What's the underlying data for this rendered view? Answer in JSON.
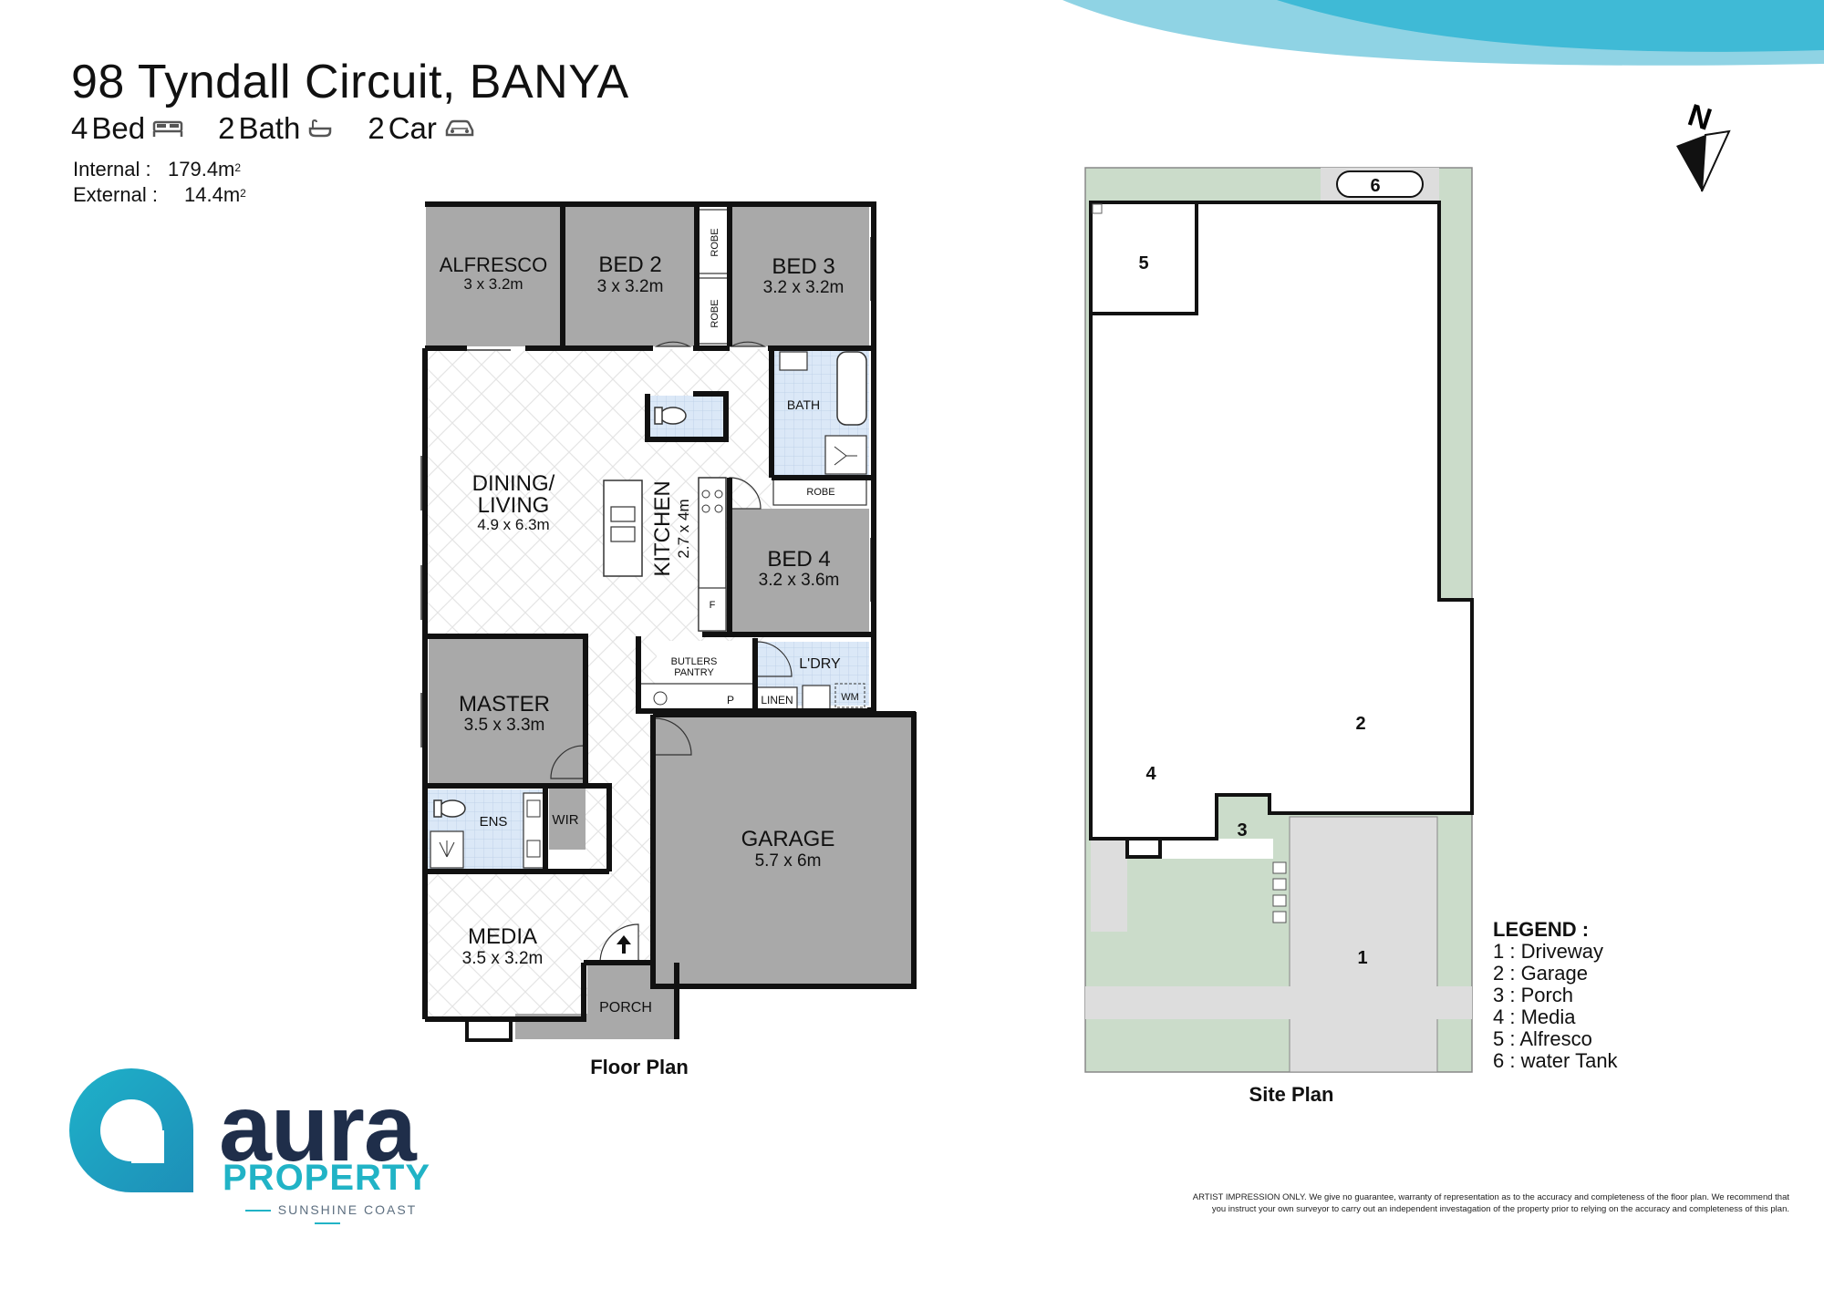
{
  "header": {
    "address": "98 Tyndall Circuit, BANYA",
    "beds_count": "4",
    "beds_label": "Bed",
    "baths_count": "2",
    "baths_label": "Bath",
    "cars_count": "2",
    "cars_label": "Car",
    "internal_label": "Internal  :",
    "internal_value": "179.4m",
    "external_label": "External :",
    "external_value": "14.4m",
    "area_unit_sup": "2"
  },
  "floor_plan": {
    "caption": "Floor Plan",
    "rooms": {
      "alfresco": {
        "name": "ALFRESCO",
        "size": "3 x 3.2m"
      },
      "bed2": {
        "name": "BED 2",
        "size": "3 x 3.2m"
      },
      "bed3": {
        "name": "BED 3",
        "size": "3.2 x 3.2m"
      },
      "dining": {
        "name_line1": "DINING/",
        "name_line2": "LIVING",
        "size": "4.9 x 6.3m"
      },
      "kitchen": {
        "name": "KITCHEN",
        "size": "2.7 x 4m"
      },
      "bed4": {
        "name": "BED 4",
        "size": "3.2 x 3.6m"
      },
      "master": {
        "name": "MASTER",
        "size": "3.5 x 3.3m"
      },
      "garage": {
        "name": "GARAGE",
        "size": "5.7 x 6m"
      },
      "media": {
        "name": "MEDIA",
        "size": "3.5 x 3.2m"
      }
    },
    "small_labels": {
      "robe": "ROBE",
      "bath": "BATH",
      "butlers": "BUTLERS",
      "pantry": "PANTRY",
      "p": "P",
      "linen": "LINEN",
      "ldry": "L'DRY",
      "wm": "WM",
      "f": "F",
      "ens": "ENS",
      "wir": "WIR",
      "porch": "PORCH"
    }
  },
  "site_plan": {
    "caption": "Site Plan",
    "markers": [
      "1",
      "2",
      "3",
      "4",
      "5",
      "6"
    ]
  },
  "compass": {
    "label": "N"
  },
  "legend": {
    "heading": "LEGEND :",
    "items": [
      "1 : Driveway",
      "2 : Garage",
      "3 : Porch",
      "4 : Media",
      "5 : Alfresco",
      "6 : water Tank"
    ]
  },
  "disclaimer": "ARTIST IMPRESSION ONLY. We give no guarantee, warranty of representation as to the accuracy and completeness of the floor plan. We recommend that you instruct your own surveyor to carry out an independent investagation of the property prior to relying on the accuracy and completeness of this plan.",
  "logo": {
    "word": "aura",
    "property": "PROPERTY",
    "subtitle": "SUNSHINE COAST"
  },
  "colors": {
    "wave_light": "#8fd3e4",
    "wave_mid": "#3fbad6",
    "room_gray": "#a9a9a9",
    "wet_area": "#dbe8f7",
    "wall": "#111111",
    "site_green": "#cbdcca",
    "site_gray": "#dddddd",
    "logo_navy": "#1f2e4a",
    "logo_teal": "#21b3c6"
  }
}
